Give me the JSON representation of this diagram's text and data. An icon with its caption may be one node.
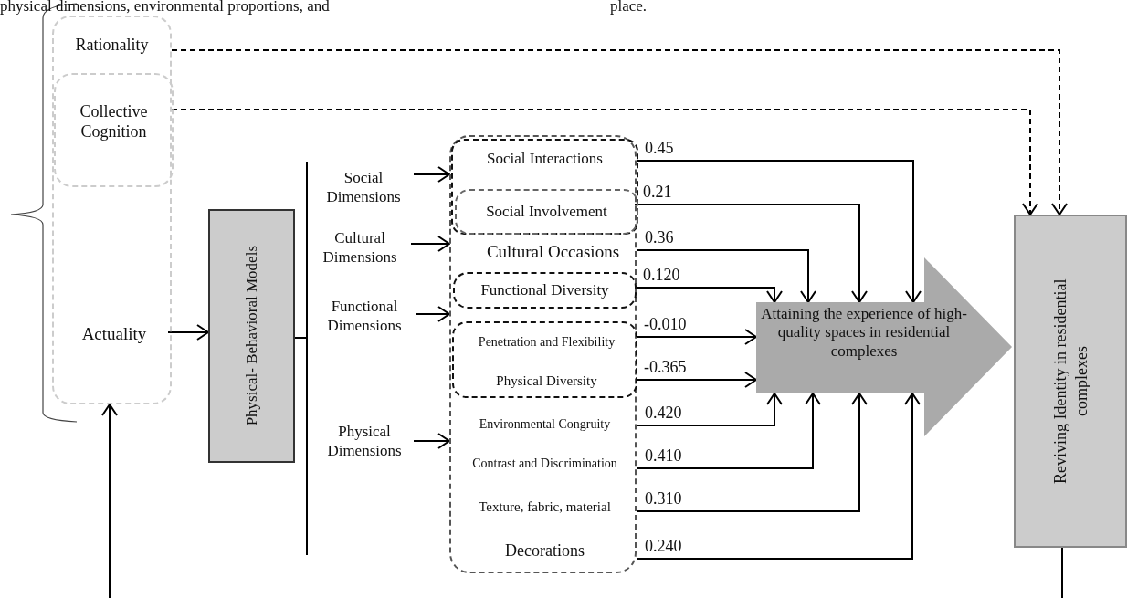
{
  "diagram": {
    "nodes": [
      {
        "text": [
          "Rationality"
        ]
      },
      {
        "text": [
          "Collective Cognition"
        ],
        "in": 0
      },
      {
        "text": [
          "Actuality"
        ],
        "in": 0
      },
      {
        "text": [
          "Physical- Behavioral Models"
        ]
      },
      {
        "text": [
          "Social Dimensions"
        ]
      },
      {
        "text": [
          "Cultural Dimensions"
        ]
      },
      {
        "text": [
          "Functional Dimensions"
        ]
      },
      {
        "text": [
          "Physical Dimensions"
        ]
      },
      {
        "text": [],
        "shape": "box"
      },
      {
        "text": [
          "Social Interactions"
        ],
        "in": 8
      },
      {
        "text": [
          "Social Involvement"
        ],
        "in": 9
      },
      {
        "text": [
          "Cultural Occasions"
        ],
        "in": 8
      },
      {
        "text": [
          "Functional Diversity"
        ],
        "in": 8
      },
      {
        "text": [],
        "shape": "box",
        "in": 8
      },
      {
        "text": [
          "Penetration and Flexibility"
        ],
        "in": 13
      },
      {
        "text": [
          "Physical Diversity"
        ],
        "in": 13
      },
      {
        "text": [
          "Environmental Congruity"
        ],
        "in": 8
      },
      {
        "text": [
          "Contrast and Discrimination"
        ],
        "in": 8
      },
      {
        "text": [
          "Texture, fabric, material"
        ],
        "in": 8
      },
      {
        "text": [
          "Decorations"
        ],
        "in": 8
      },
      {
        "text": [
          "Attaining the experience of high-quality spaces in residential complexes"
        ]
      },
      {
        "text": [
          "Reviving Identity in residential complexes"
        ]
      }
    ],
    "edges": [
      {
        "from": null,
        "to": 0,
        "arrow": "to"
      },
      {
        "from": 0,
        "to": 21,
        "arrow": "to",
        "style": "dashed"
      },
      {
        "from": 1,
        "to": 21,
        "arrow": "to",
        "style": "dashed"
      },
      {
        "from": 2,
        "to": 3,
        "arrow": "to"
      },
      {
        "from": 4,
        "to": 8,
        "arrow": "to"
      },
      {
        "from": 5,
        "to": 8,
        "arrow": "to"
      },
      {
        "from": 6,
        "to": 8,
        "arrow": "to"
      },
      {
        "from": 7,
        "to": 8,
        "arrow": "to"
      },
      {
        "from": 9,
        "to": 20,
        "arrow": "to",
        "label": "0.45"
      },
      {
        "from": 10,
        "to": 20,
        "arrow": "to",
        "label": "0.21"
      },
      {
        "from": 11,
        "to": 20,
        "arrow": "to",
        "label": "0.36"
      },
      {
        "from": 12,
        "to": 20,
        "arrow": "to",
        "label": "0.120"
      },
      {
        "from": 14,
        "to": 20,
        "arrow": "to",
        "label": "-0.010"
      },
      {
        "from": 15,
        "to": 20,
        "arrow": "to",
        "label": "-0.365"
      },
      {
        "from": 16,
        "to": 20,
        "arrow": "to",
        "label": "0.420"
      },
      {
        "from": 17,
        "to": 20,
        "arrow": "to",
        "label": "0.410"
      },
      {
        "from": 18,
        "to": 20,
        "arrow": "to",
        "label": "0.310"
      },
      {
        "from": 19,
        "to": 20,
        "arrow": "to",
        "label": "0.240"
      },
      {
        "from": 21,
        "to": null,
        "arrow": "none"
      }
    ],
    "labels": [
      "physical dimensions, environmental proportions, and",
      "place."
    ]
  }
}
